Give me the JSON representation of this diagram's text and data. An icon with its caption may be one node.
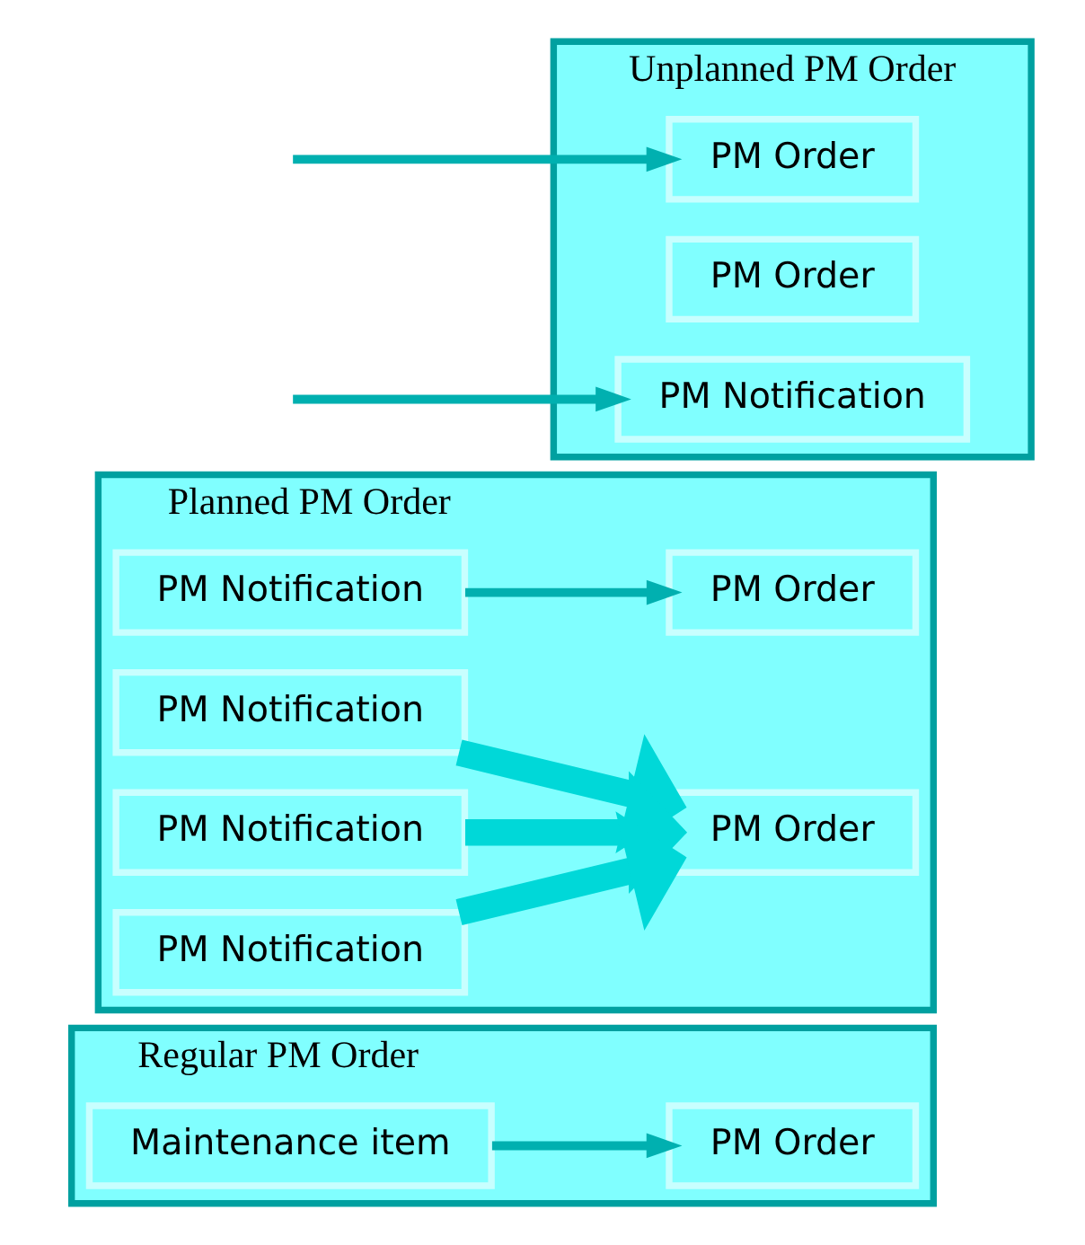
{
  "diagram": {
    "nodes": [
      {
        "text": [
          "Regular PM Order"
        ]
      },
      {
        "text": [
          "Maintenance item"
        ],
        "in": 0
      },
      {
        "text": [
          "PM Order"
        ],
        "in": 0
      },
      {
        "text": [
          "Planned PM Order"
        ]
      },
      {
        "text": [
          "PM Notification"
        ],
        "in": 3
      },
      {
        "text": [
          "PM Order"
        ],
        "in": 3
      },
      {
        "text": [
          "PM Notification"
        ],
        "in": 3
      },
      {
        "text": [
          "PM Notification"
        ],
        "in": 3
      },
      {
        "text": [
          "PM Notification"
        ],
        "in": 3
      },
      {
        "text": [
          "PM Order"
        ],
        "in": 3
      },
      {
        "text": [
          "Unplanned PM Order"
        ]
      },
      {
        "text": [
          "PM Order"
        ],
        "in": 10
      },
      {
        "text": [
          "PM Notification"
        ],
        "in": 10
      },
      {
        "text": [
          "PM Order"
        ],
        "in": 10
      }
    ],
    "edges": [
      {
        "from": 1,
        "to": 2,
        "arrow": "to"
      },
      {
        "from": 4,
        "to": 5,
        "arrow": "to"
      },
      {
        "from": 6,
        "to": 9,
        "arrow": "to",
        "style": "thick",
        "color": "#00d8d8"
      },
      {
        "from": 7,
        "to": 9,
        "arrow": "to",
        "style": "thick",
        "color": "#00d8d8"
      },
      {
        "from": 8,
        "to": 9,
        "arrow": "to",
        "style": "thick",
        "color": "#00d8d8"
      },
      {
        "from": null,
        "to": 11,
        "arrow": "to"
      },
      {
        "from": null,
        "to": 12,
        "arrow": "to"
      }
    ]
  }
}
